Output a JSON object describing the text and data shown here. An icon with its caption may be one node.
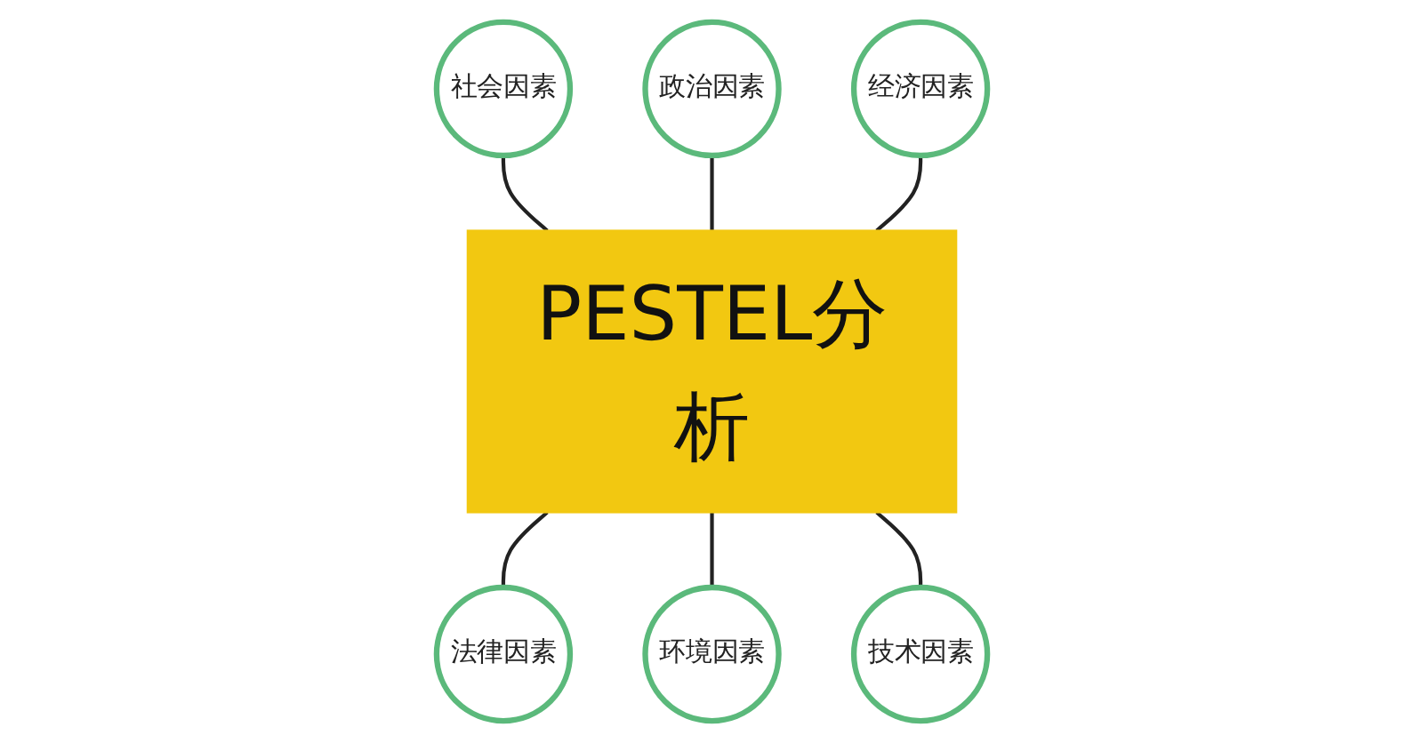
{
  "diagram": {
    "nodes": [
      {
        "text": [
          "PESTEL分析"
        ]
      },
      {
        "text": [
          "社会因素"
        ]
      },
      {
        "text": [
          "政治因素"
        ]
      },
      {
        "text": [
          "经济因素"
        ]
      },
      {
        "text": [
          "法律因素"
        ]
      },
      {
        "text": [
          "环境因素"
        ]
      },
      {
        "text": [
          "技术因素"
        ]
      }
    ],
    "edges": [
      {
        "from": 0,
        "to": 1,
        "arrow": "none"
      },
      {
        "from": 0,
        "to": 2,
        "arrow": "none"
      },
      {
        "from": 0,
        "to": 3,
        "arrow": "none"
      },
      {
        "from": 0,
        "to": 4,
        "arrow": "none"
      },
      {
        "from": 0,
        "to": 5,
        "arrow": "none"
      },
      {
        "from": 0,
        "to": 6,
        "arrow": "none"
      }
    ]
  }
}
